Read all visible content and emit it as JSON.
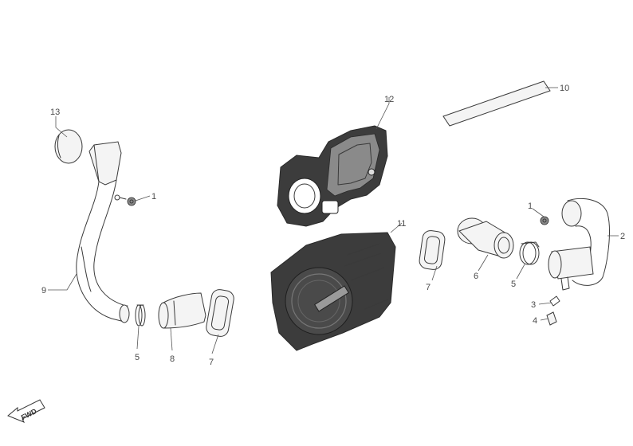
{
  "callouts": {
    "n1a": "1",
    "n1b": "1",
    "n2": "2",
    "n3": "3",
    "n4": "4",
    "n5a": "5",
    "n5b": "5",
    "n6": "6",
    "n7a": "7",
    "n7b": "7",
    "n8": "8",
    "n9": "9",
    "n10": "10",
    "n11": "11",
    "n12": "12",
    "n13": "13"
  },
  "fwd_label": "FWD"
}
